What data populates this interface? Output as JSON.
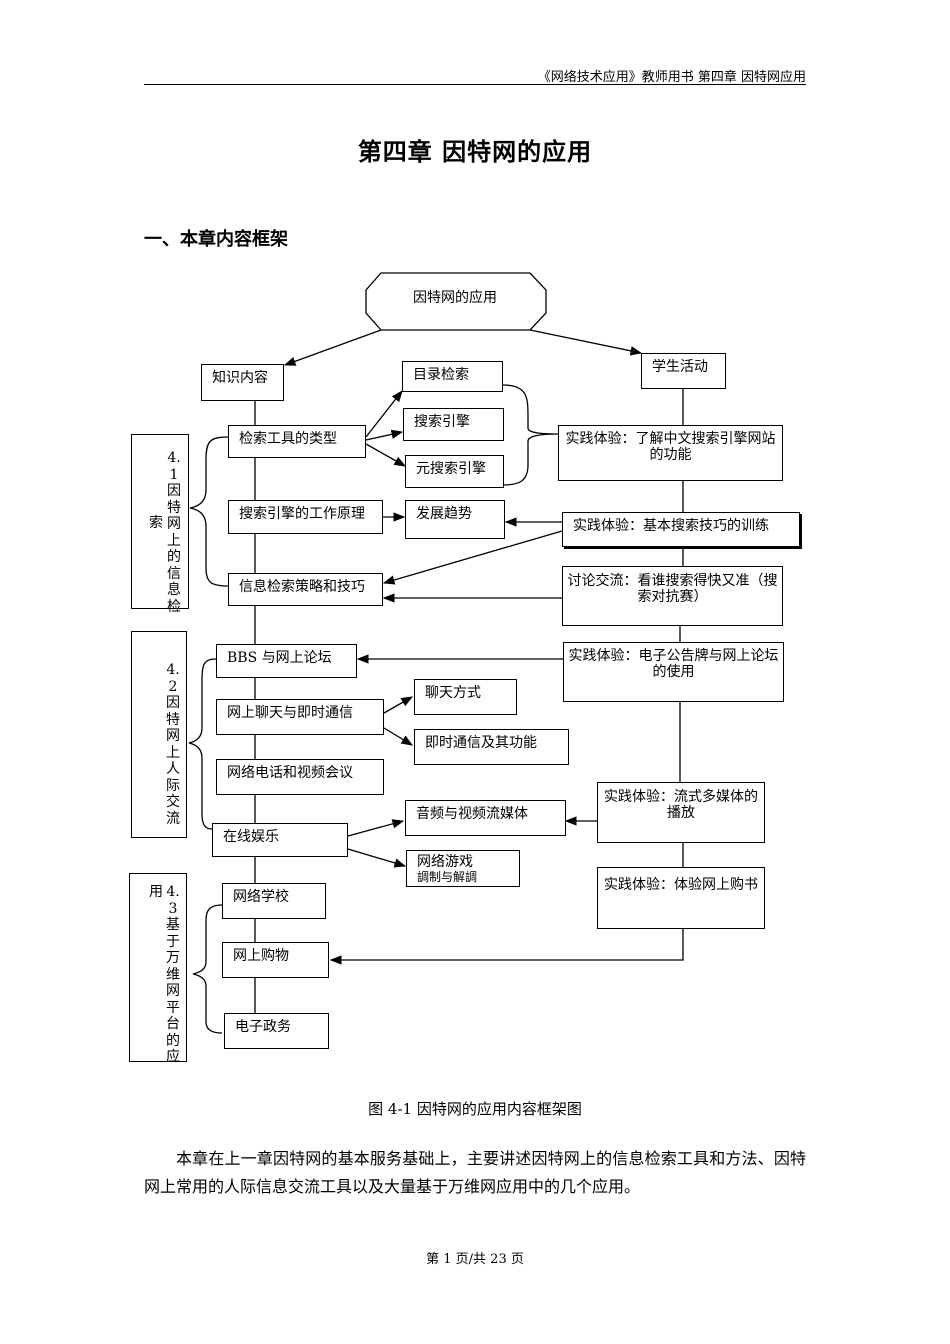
{
  "header": {
    "text": "《网络技术应用》教师用书  第四章 因特网应用"
  },
  "title": "第四章 因特网的应用",
  "section_heading": "一、本章内容框架",
  "diagram": {
    "root": "因特网的应用",
    "knowledge": "知识内容",
    "student": "学生活动",
    "n_search_types": "检索工具的类型",
    "n_catalog": "目录检索",
    "n_engine": "搜索引擎",
    "n_meta": "元搜索引擎",
    "n_principle": "搜索引擎的工作原理",
    "n_trend": "发展趋势",
    "n_strategy": "信息检索策略和技巧",
    "n_bbs": "BBS 与网上论坛",
    "n_chat_im": "网上聊天与即时通信",
    "n_chat": "聊天方式",
    "n_im": "即时通信及其功能",
    "n_voip": "网络电话和视频会议",
    "n_ent": "在线娱乐",
    "n_av": "音频与视频流媒体",
    "n_game_1": "网络游戏",
    "n_game_2": "調制与解調",
    "n_school": "网络学校",
    "n_shop": "网上购物",
    "n_gov": "电子政务",
    "a1": "实践体验：了解中文搜索引擎网站的功能",
    "a2": "实践体验：基本搜索技巧的训练",
    "a3": "讨论交流：看谁搜索得快又准（搜索对抗赛）",
    "a4": "实践体验：电子公告牌与网上论坛的使用",
    "a5": "实践体验：流式多媒体的播放",
    "a6": "实践体验：体验网上购书",
    "s41_main": "4.1因特网上的信息检",
    "s41_tail": "索",
    "s42": "4.2因特网上人际交流",
    "s43_main": "4.3基于万维网平台的应",
    "s43_tail": "用"
  },
  "caption": "图 4-1 因特网的应用内容框架图",
  "paragraph": "本章在上一章因特网的基本服务基础上，主要讲述因特网上的信息检索工具和方法、因特网上常用的人际信息交流工具以及大量基于万维网应用中的几个应用。",
  "footer": "第 1 页/共 23 页"
}
